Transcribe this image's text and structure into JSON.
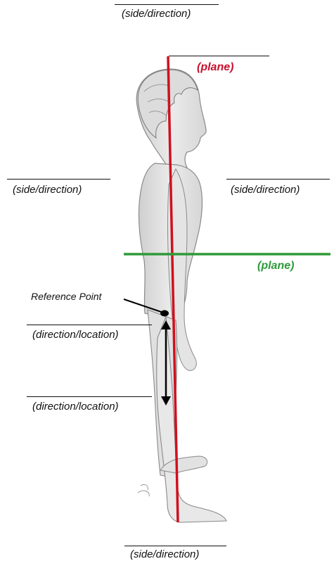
{
  "labels": {
    "top_side": "(side/direction)",
    "left_side": "(side/direction)",
    "right_side": "(side/direction)",
    "bottom_side": "(side/direction)",
    "vertical_plane": "(plane)",
    "horizontal_plane": "(plane)",
    "reference_point": "Reference Point",
    "upper_location": "(direction/location)",
    "lower_location": "(direction/location)"
  },
  "colors": {
    "vertical_plane_line": "#d0101f",
    "horizontal_plane_line": "#2e9a3a",
    "arrow": "#000000"
  }
}
